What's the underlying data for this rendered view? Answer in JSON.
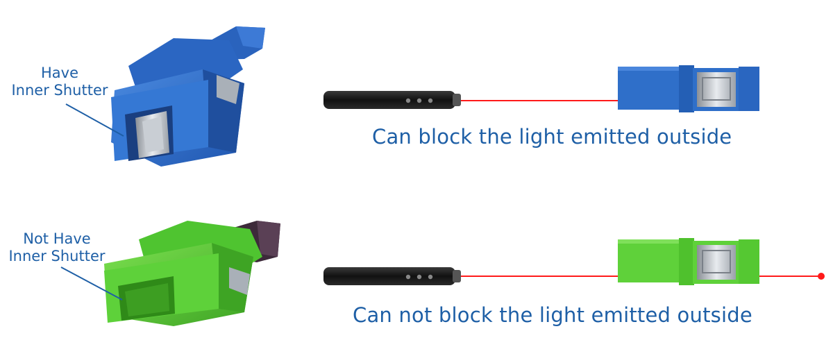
{
  "top_row": {
    "label_line1": "Have",
    "label_line2": "Inner Shutter",
    "caption": "Can block the light emitted outside",
    "adapter_color": "#2f6fc9",
    "adapter_dark": "#1f4f9e"
  },
  "bottom_row": {
    "label_line1": "Not Have",
    "label_line2": "Inner Shutter",
    "caption": "Can not block the light emitted outside",
    "adapter_color": "#5fd13a",
    "adapter_dark": "#3ea424"
  },
  "colors": {
    "text": "#1e5fa6",
    "laser": "#ff1a1a",
    "pen": "#1a1a1a"
  },
  "icons": [
    "sc-adapter-with-shutter",
    "sc-adapter-without-shutter",
    "laser-pen",
    "laser-beam"
  ]
}
